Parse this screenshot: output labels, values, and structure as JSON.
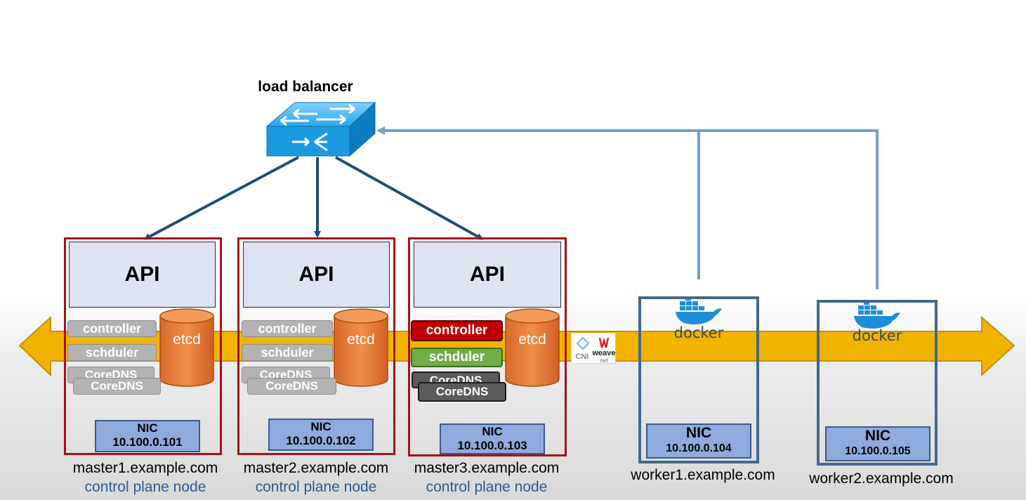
{
  "load_balancer": {
    "label": "load balancer"
  },
  "masters": [
    {
      "api": "API",
      "controller": "controller",
      "scheduler": "schduler",
      "coredns_back": "CoreDNS",
      "coredns_front": "CoreDNS",
      "etcd": "etcd",
      "nic": "NIC",
      "ip": "10.100.0.101",
      "host": "master1.example.com",
      "role": "control plane node",
      "active": false
    },
    {
      "api": "API",
      "controller": "controller",
      "scheduler": "schduler",
      "coredns_back": "CoreDNS",
      "coredns_front": "CoreDNS",
      "etcd": "etcd",
      "nic": "NIC",
      "ip": "10.100.0.102",
      "host": "master2.example.com",
      "role": "control plane node",
      "active": false
    },
    {
      "api": "API",
      "controller": "controller",
      "scheduler": "schduler",
      "coredns_back": "CoreDNS",
      "coredns_front": "CoreDNS",
      "etcd": "etcd",
      "nic": "NIC",
      "ip": "10.100.0.103",
      "host": "master3.example.com",
      "role": "control plane node",
      "active": true
    }
  ],
  "workers": [
    {
      "runtime": "docker",
      "nic": "NIC",
      "ip": "10.100.0.104",
      "host": "worker1.example.com"
    },
    {
      "runtime": "docker",
      "nic": "NIC",
      "ip": "10.100.0.105",
      "host": "worker2.example.com"
    }
  ],
  "network": {
    "cni_label": "CNI",
    "weave_label": "weave",
    "weave_sub": "net"
  },
  "colors": {
    "network_bar": "#f0b400",
    "master_border": "#a3121b",
    "worker_border": "#44688d",
    "arrow_dark": "#1f4e79",
    "arrow_light": "#6fa0d0",
    "etcd": "#e07b32",
    "switch": "#1a9be0"
  }
}
